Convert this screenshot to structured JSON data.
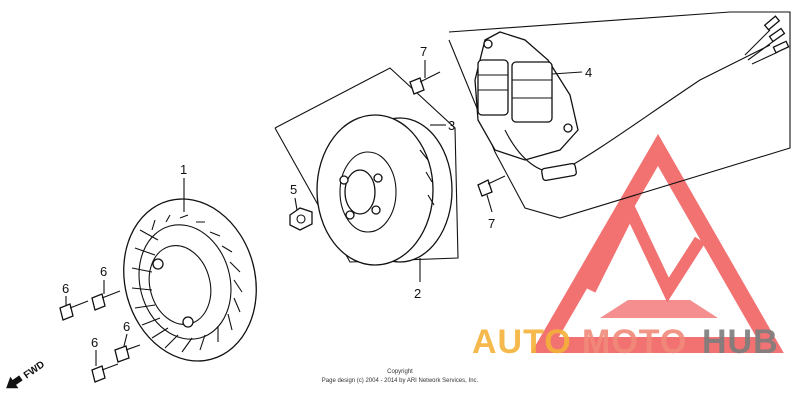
{
  "callouts": [
    {
      "id": "1",
      "label": "1"
    },
    {
      "id": "2",
      "label": "2"
    },
    {
      "id": "3",
      "label": "3"
    },
    {
      "id": "4",
      "label": "4"
    },
    {
      "id": "5",
      "label": "5"
    },
    {
      "id": "6a",
      "label": "6"
    },
    {
      "id": "6b",
      "label": "6"
    },
    {
      "id": "6c",
      "label": "6"
    },
    {
      "id": "6d",
      "label": "6"
    },
    {
      "id": "7a",
      "label": "7"
    },
    {
      "id": "7b",
      "label": "7"
    }
  ],
  "fwd_label": "FWD",
  "copyright": {
    "line1": "Copyright",
    "line2": "Page design (c) 2004 - 2014 by ARI Network Services, Inc."
  },
  "watermark": {
    "part1": "AUTO",
    "part2": "MOTO",
    "part3": "HUB",
    "colors": {
      "orange": "#f4b23a",
      "salmon": "#f08a7a",
      "gray": "#7d7d7d",
      "triangle": "#f05a5a"
    }
  }
}
